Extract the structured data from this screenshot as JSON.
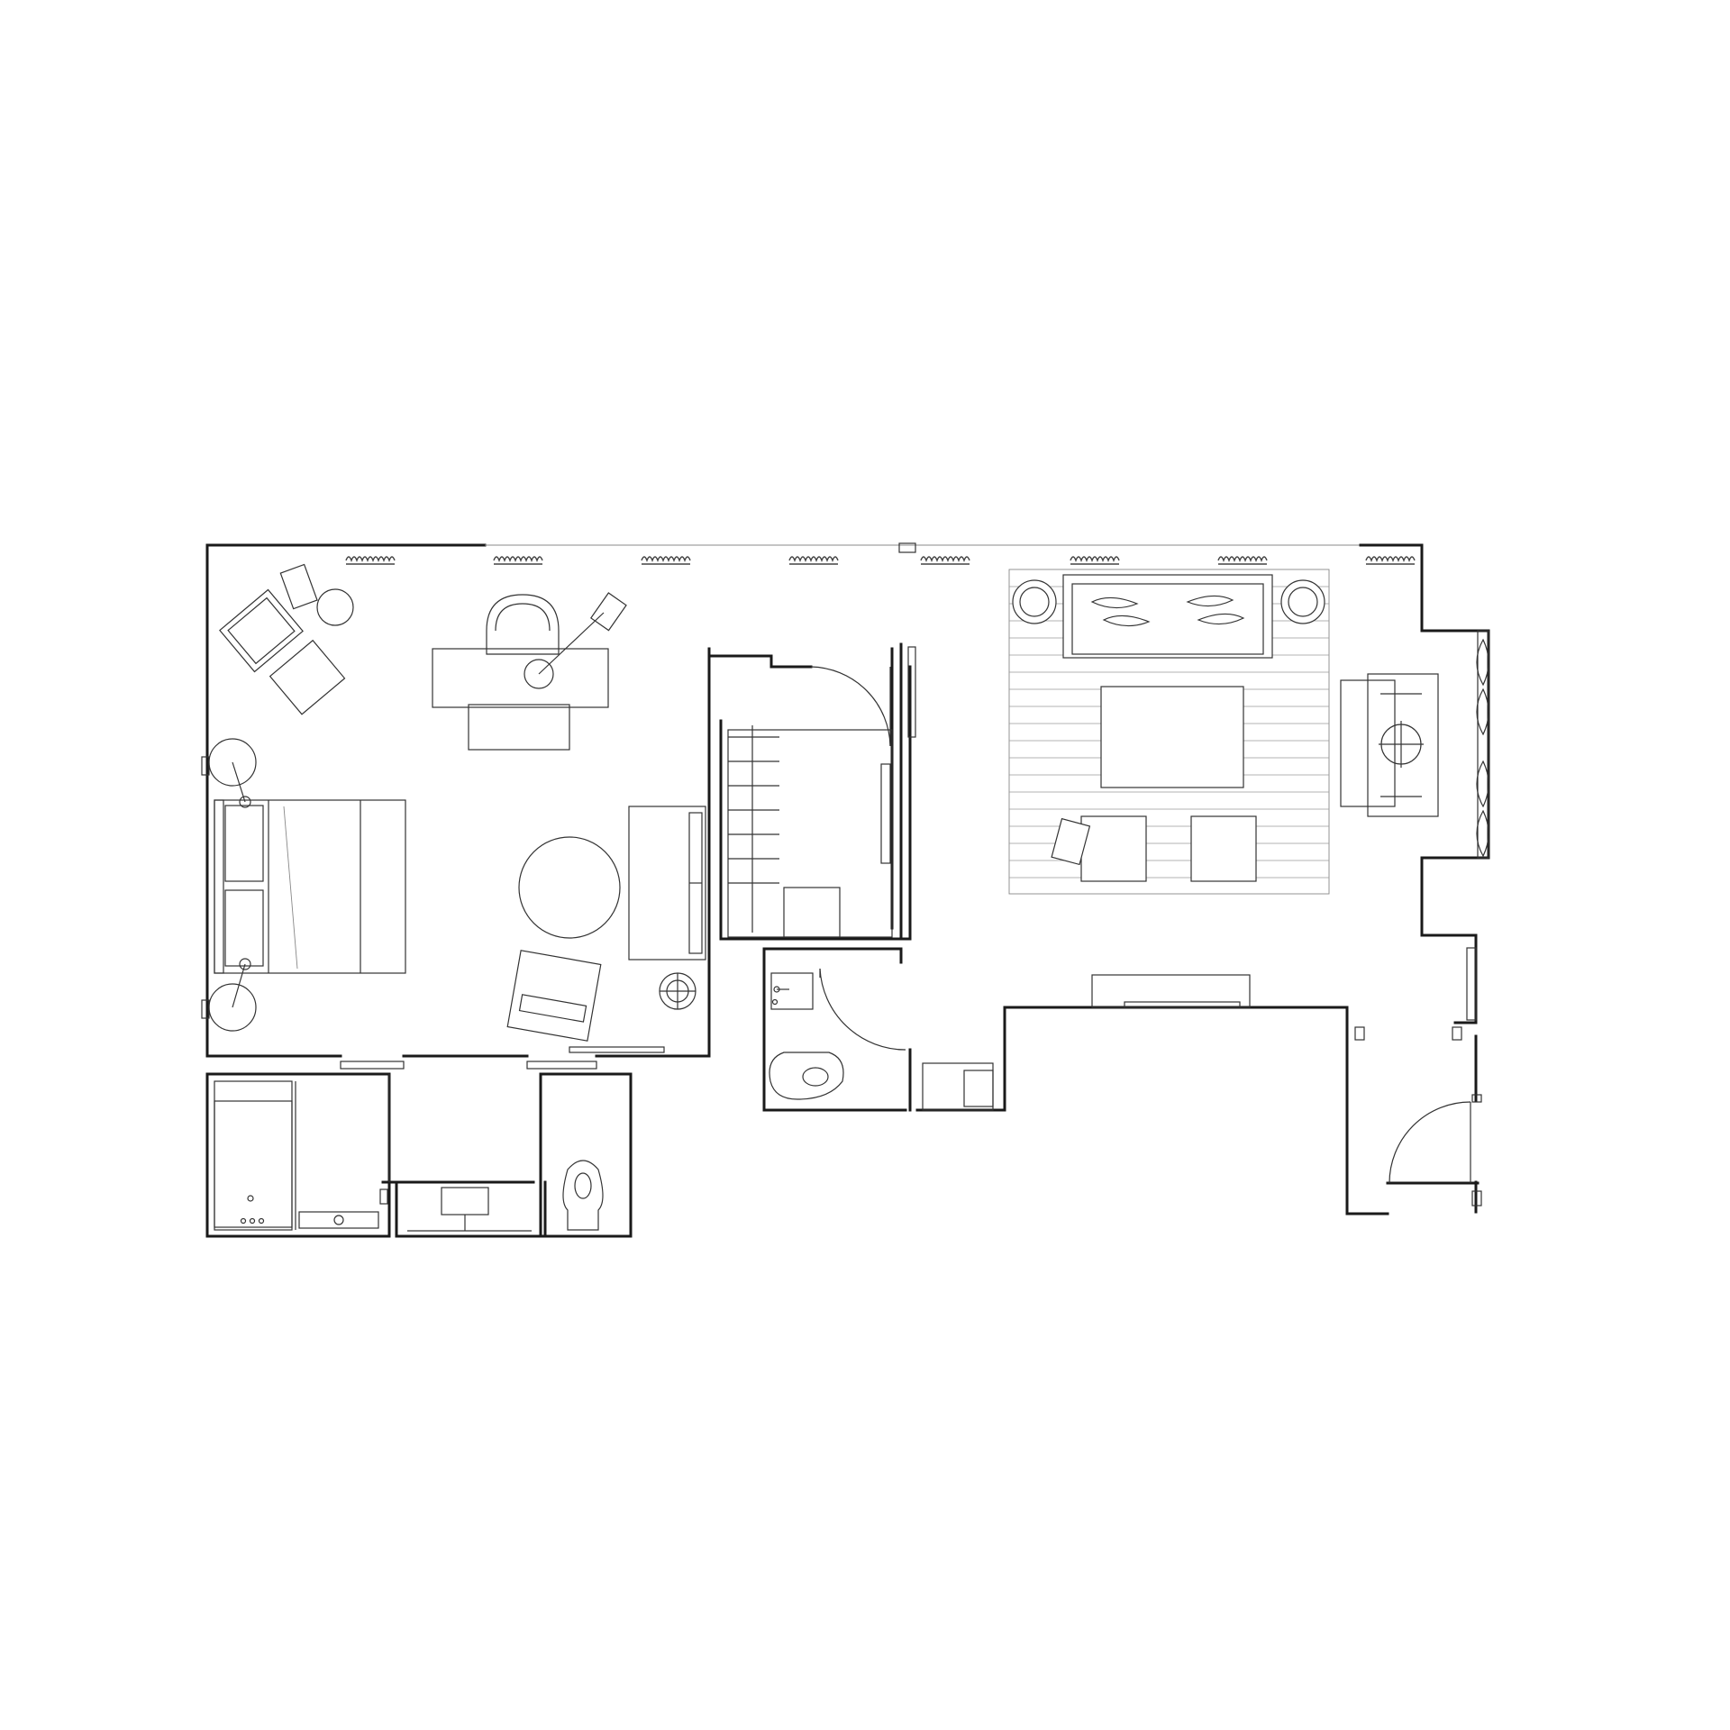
{
  "drawing": {
    "stroke_color": "#1a1a1a",
    "background": "#ffffff",
    "rooms": [
      {
        "name": "bedroom"
      },
      {
        "name": "bathroom"
      },
      {
        "name": "walk-in-closet"
      },
      {
        "name": "powder-room"
      },
      {
        "name": "living-room"
      },
      {
        "name": "entry-foyer"
      }
    ]
  }
}
